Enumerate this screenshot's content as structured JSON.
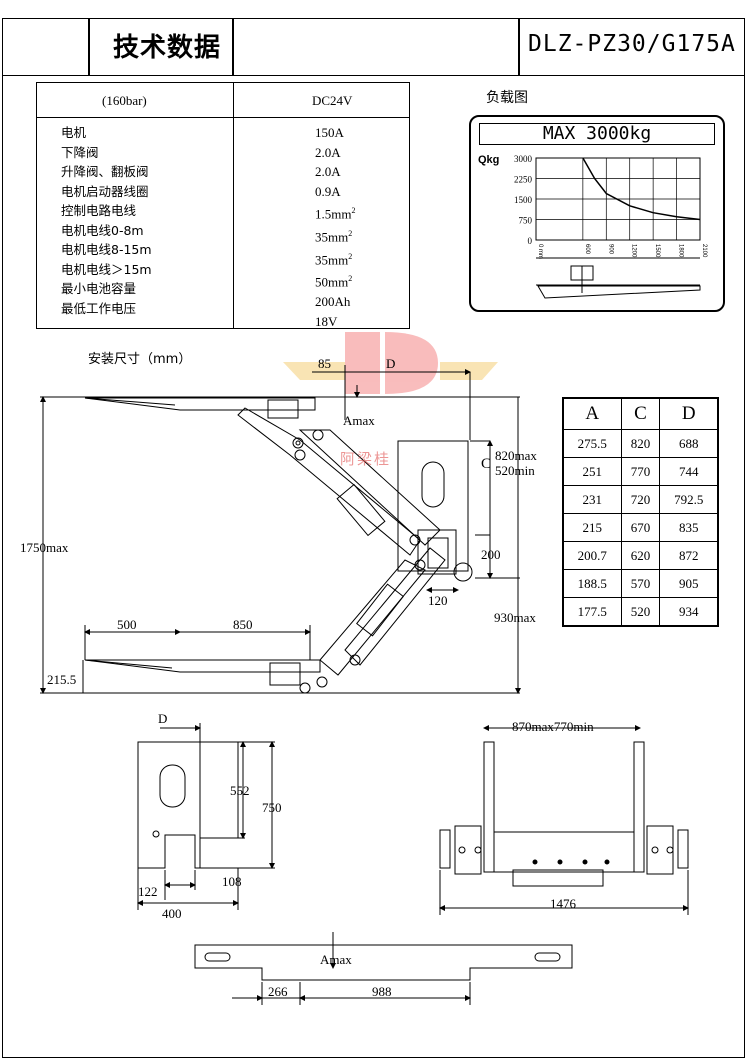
{
  "header": {
    "title": "技术数据",
    "model": "DLZ-PZ30/G175A"
  },
  "spec_table": {
    "head_left": "(160bar)",
    "head_right": "DC24V",
    "rows": [
      {
        "label": "电机",
        "value": "150A"
      },
      {
        "label": "下降阀",
        "value": "2.0A"
      },
      {
        "label": "升降阀、翻板阀",
        "value": "2.0A"
      },
      {
        "label": "电机启动器线圈",
        "value": "0.9A"
      },
      {
        "label": "控制电路电线",
        "value": "1.5mm",
        "sup": "2"
      },
      {
        "label": "电机电线0-8m",
        "value": "35mm",
        "sup": "2"
      },
      {
        "label": "电机电线8-15m",
        "value": "35mm",
        "sup": "2"
      },
      {
        "label": "电机电线＞15m",
        "value": "50mm",
        "sup": "2"
      },
      {
        "label": "最小电池容量",
        "value": "200Ah"
      },
      {
        "label": "最低工作电压",
        "value": "18V"
      }
    ]
  },
  "load_chart": {
    "title": "负载图",
    "max_label": "MAX 3000kg",
    "y_axis_label": "Qkg",
    "y_ticks": [
      "3000",
      "2250",
      "1500",
      "750",
      "0"
    ],
    "x_ticks": [
      "0 mm",
      "600",
      "900",
      "1200",
      "1500",
      "1800",
      "2100"
    ],
    "curve": [
      [
        600,
        3000
      ],
      [
        750,
        2250
      ],
      [
        900,
        1700
      ],
      [
        1200,
        1250
      ],
      [
        1500,
        1000
      ],
      [
        1800,
        850
      ],
      [
        2100,
        750
      ]
    ]
  },
  "install": {
    "title": "安装尺寸（mm）",
    "dims": {
      "d85": "85",
      "dD": "D",
      "amax": "Amax",
      "c": "C",
      "c_max": "820max",
      "c_min": "520min",
      "d200": "200",
      "d120": "120",
      "d930": "930max",
      "d1750": "1750max",
      "d500": "500",
      "d850": "850",
      "d215": "215.5"
    }
  },
  "dim_table": {
    "headers": [
      "A",
      "C",
      "D"
    ],
    "rows": [
      [
        "275.5",
        "820",
        "688"
      ],
      [
        "251",
        "770",
        "744"
      ],
      [
        "231",
        "720",
        "792.5"
      ],
      [
        "215",
        "670",
        "835"
      ],
      [
        "200.7",
        "620",
        "872"
      ],
      [
        "188.5",
        "570",
        "905"
      ],
      [
        "177.5",
        "520",
        "934"
      ]
    ]
  },
  "plate_view": {
    "d": "D",
    "d552": "552",
    "d750": "750",
    "d122": "122",
    "d108": "108",
    "d400": "400"
  },
  "frame_view": {
    "width_label": "870max770min",
    "d1476": "1476"
  },
  "bottom_view": {
    "amax": "Amax",
    "d266": "266",
    "d988": "988"
  },
  "watermark": {
    "text": "阿梁桂",
    "color": "#e0524f"
  }
}
